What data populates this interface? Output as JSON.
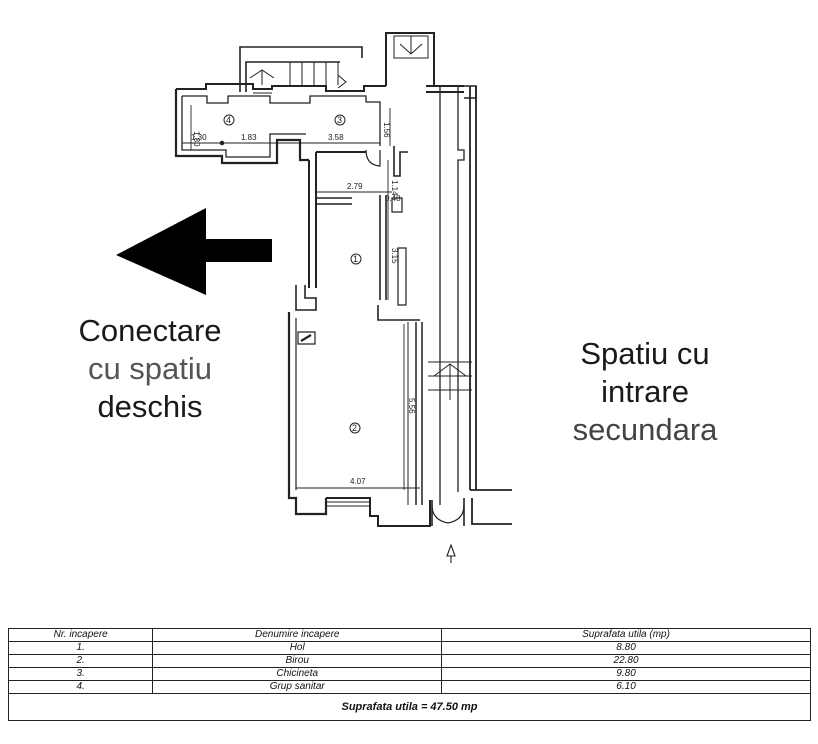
{
  "annotations": {
    "left_label": [
      "Conectare",
      "cu spatiu",
      "deschis"
    ],
    "right_label": [
      "Spatiu cu",
      "intrare",
      "secundara"
    ],
    "arrow_direction": "left"
  },
  "floor_plan": {
    "rooms": [
      {
        "number": "1",
        "marker": "①"
      },
      {
        "number": "2",
        "marker": "②"
      },
      {
        "number": "3",
        "marker": "③"
      },
      {
        "number": "4",
        "marker": "④"
      }
    ],
    "dimensions": {
      "d_180": "1.80",
      "d_130": "1.30",
      "d_183": "1.83",
      "d_358": "3.58",
      "d_156": "1.56",
      "d_279": "2.79",
      "d_114": "1.14",
      "d_048": "0.48",
      "d_315": "3.15",
      "d_556": "5.56",
      "d_407": "4.07"
    },
    "entrance_icon": "entrance-arrow-up"
  },
  "table": {
    "headers": [
      "Nr. incapere",
      "Denumire incapere",
      "Suprafata utila (mp)"
    ],
    "rows": [
      {
        "nr": "1.",
        "name": "Hol",
        "area": "8.80"
      },
      {
        "nr": "2.",
        "name": "Birou",
        "area": "22.80"
      },
      {
        "nr": "3.",
        "name": "Chicineta",
        "area": "9.80"
      },
      {
        "nr": "4.",
        "name": "Grup sanitar",
        "area": "6.10"
      }
    ],
    "total": "Suprafata utila = 47.50 mp"
  }
}
